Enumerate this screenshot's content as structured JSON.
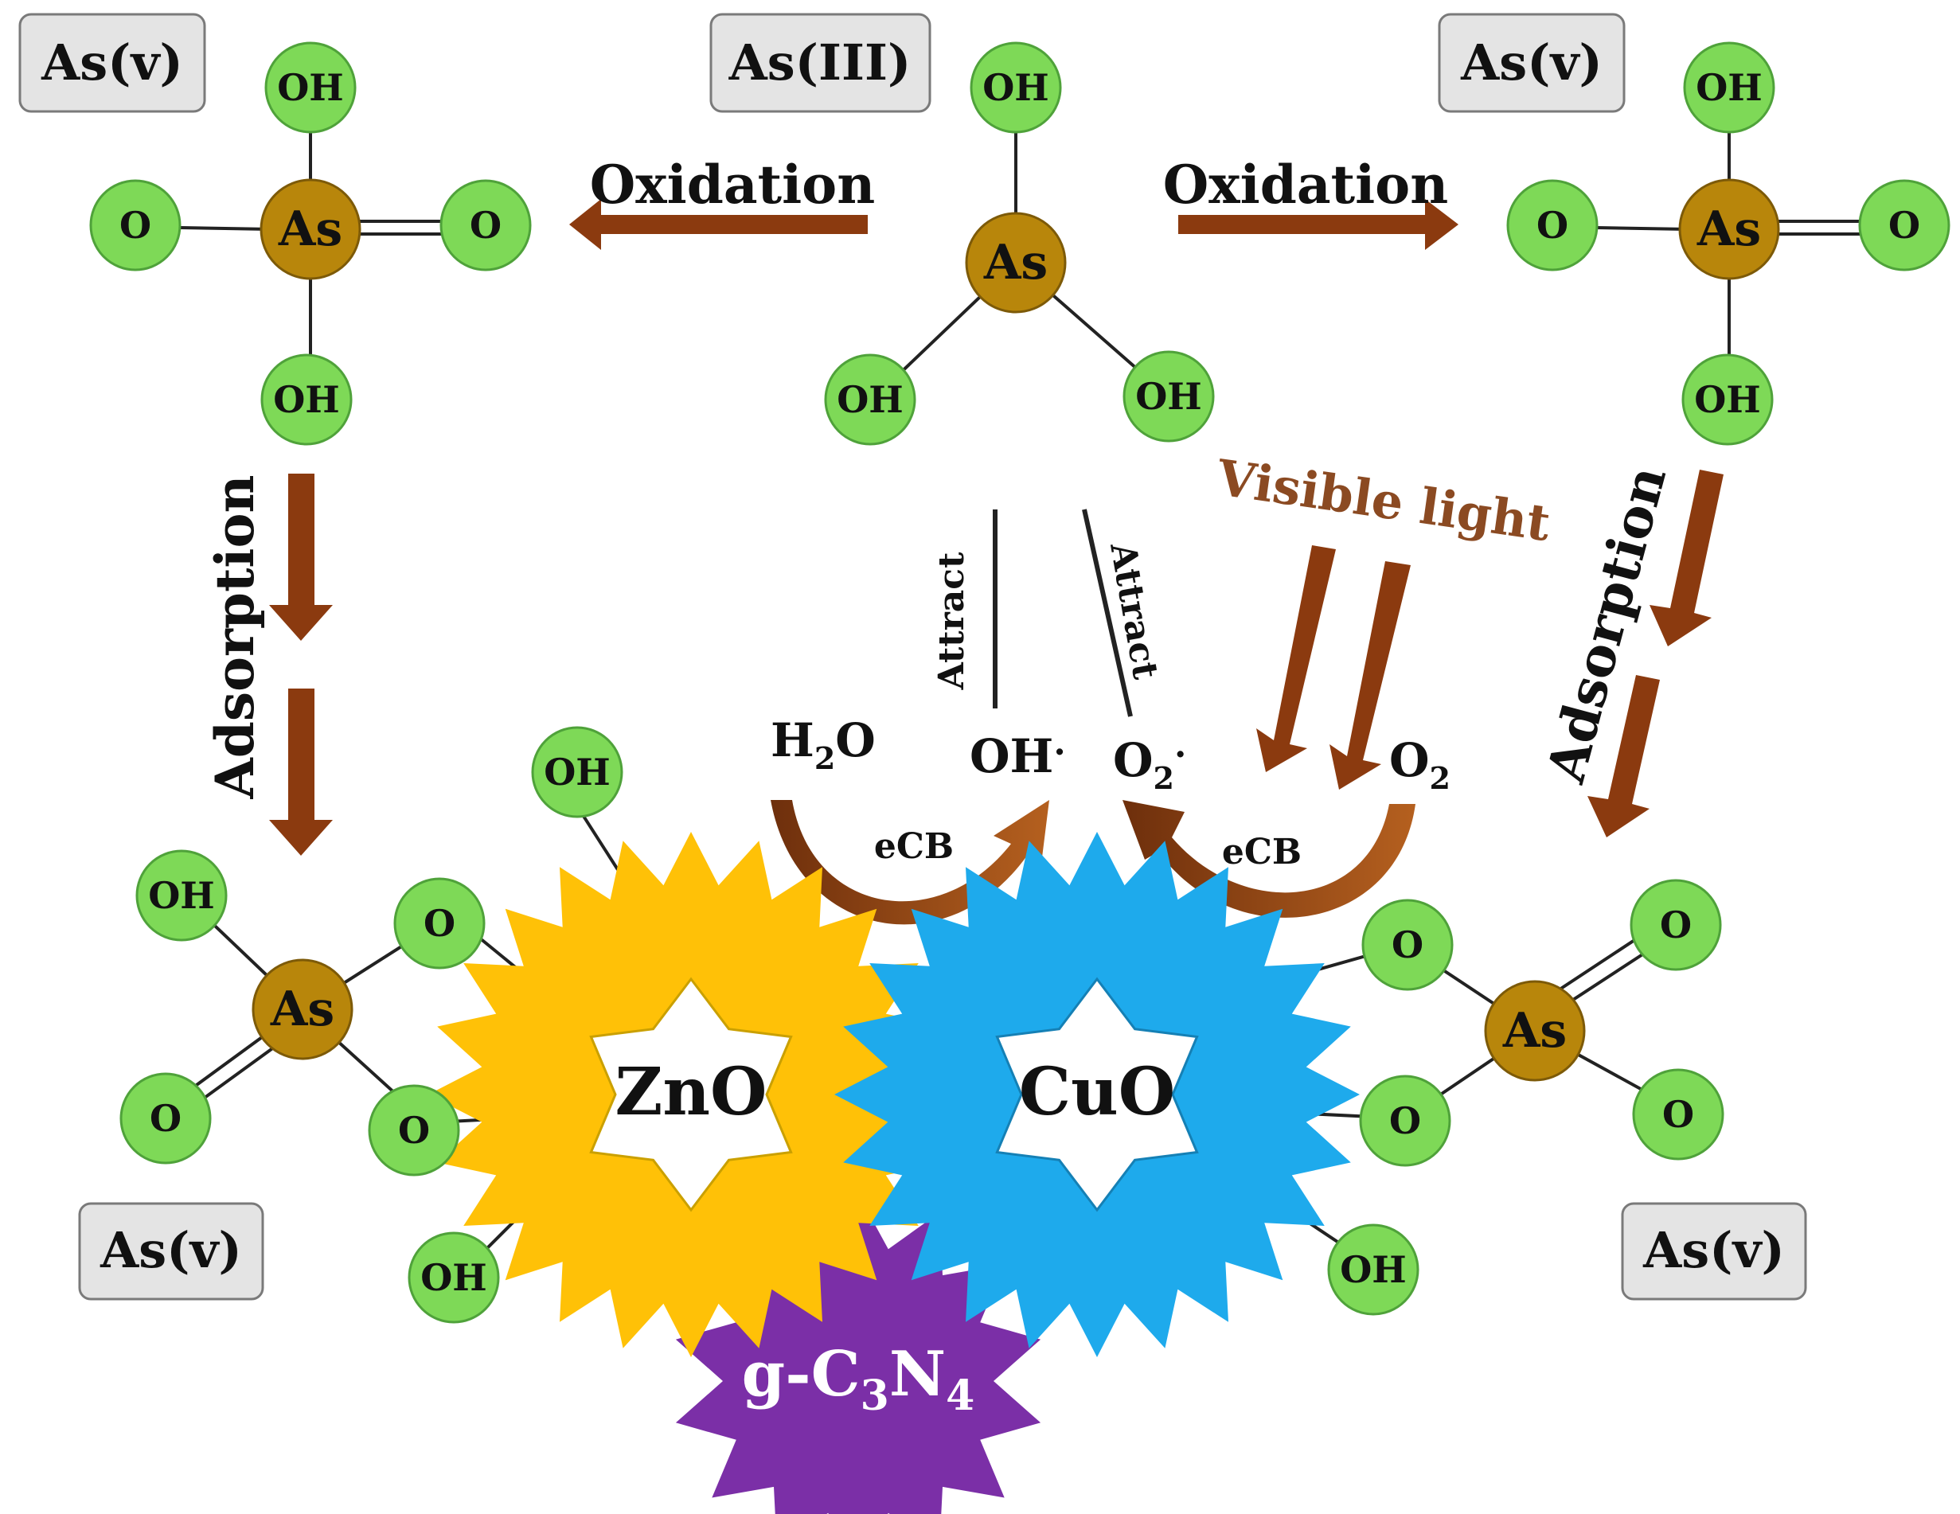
{
  "colors": {
    "oxygen_node": "#7ed957",
    "arsenic_node": "#b8860b",
    "arrow": "#8b3a0f",
    "label_box": "#e4e4e4",
    "zno": "#ffc107",
    "cuo": "#1eaaec",
    "gcn": "#7b2fa7",
    "light_text": "#8b4a22"
  },
  "labels": {
    "as5_top_left": "As(v)",
    "as3_top_center": "As(III)",
    "as5_top_right": "As(v)",
    "as5_bottom_left": "As(v)",
    "as5_bottom_right": "As(v)"
  },
  "processes": {
    "oxidation_left": "Oxidation",
    "oxidation_right": "Oxidation",
    "adsorption_left": "Adsorption",
    "adsorption_right": "Adsorption",
    "attract_left": "Attract",
    "attract_right": "Attract",
    "visible_light": "Visible light",
    "ecb_left": "eCB",
    "ecb_right": "eCB"
  },
  "species": {
    "water": "H",
    "water_sub": "2",
    "water_tail": "O",
    "hydroxyl_radical": "OH",
    "hydroxyl_radical_sup": ".",
    "superoxide": "O",
    "superoxide_sub": "2",
    "superoxide_sup": ".",
    "oxygen": "O",
    "oxygen_sub": "2"
  },
  "atoms": {
    "arsenic": "As",
    "oxygen": "O",
    "hydroxyl": "OH"
  },
  "catalysts": {
    "zno": "ZnO",
    "cuo": "CuO",
    "gcn_prefix": "g-C",
    "gcn_sub1": "3",
    "gcn_mid": "N",
    "gcn_sub2": "4"
  }
}
